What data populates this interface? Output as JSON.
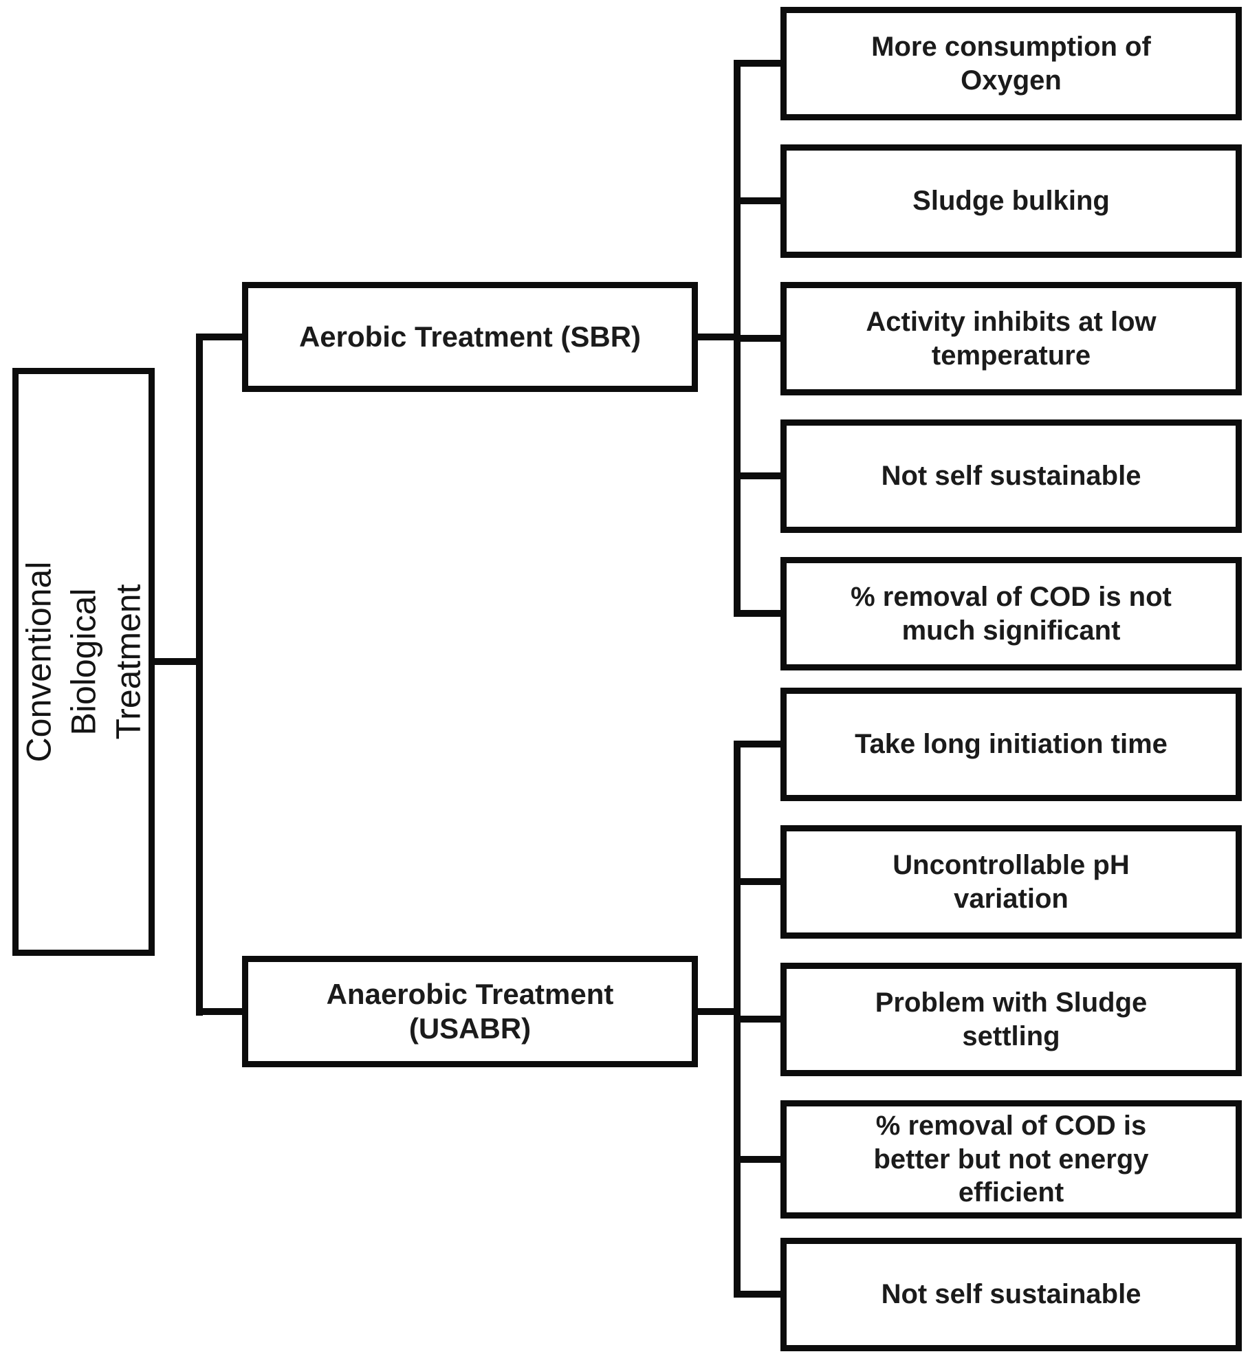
{
  "diagram": {
    "root": {
      "label": "Conventional Biological\nTreatment"
    },
    "branches": [
      {
        "label": "Aerobic Treatment (SBR)",
        "children": [
          "More consumption of\nOxygen",
          "Sludge bulking",
          "Activity inhibits at low\ntemperature",
          "Not self sustainable",
          "% removal of COD is not\nmuch significant"
        ]
      },
      {
        "label": "Anaerobic Treatment\n(USABR)",
        "children": [
          "Take long initiation time",
          "Uncontrollable pH\nvariation",
          "Problem with Sludge\nsettling",
          "% removal of COD is\nbetter but not energy\nefficient",
          "Not self sustainable"
        ]
      }
    ],
    "colors": {
      "line": "#0c0c0c",
      "text": "#1b1b1b",
      "background": "#ffffff"
    }
  }
}
